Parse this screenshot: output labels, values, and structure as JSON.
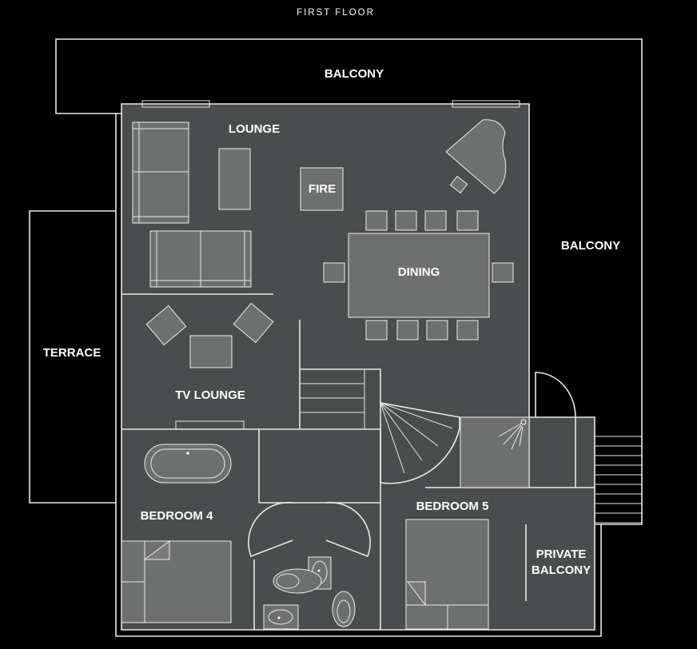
{
  "title": "FIRST FLOOR",
  "rooms": {
    "balcony_top": "BALCONY",
    "balcony_right": "BALCONY",
    "lounge": "LOUNGE",
    "fire": "FIRE",
    "dining": "DINING",
    "terrace": "TERRACE",
    "tv_lounge": "TV LOUNGE",
    "bedroom_4": "BEDROOM 4",
    "bedroom_5": "BEDROOM 5",
    "private_balcony_line1": "PRIVATE",
    "private_balcony_line2": "BALCONY"
  },
  "colors": {
    "background": "#000000",
    "floor": "#4a4d4d",
    "walls": "#e8e8e8",
    "furniture": "#6e7070",
    "text": "#ffffff"
  }
}
